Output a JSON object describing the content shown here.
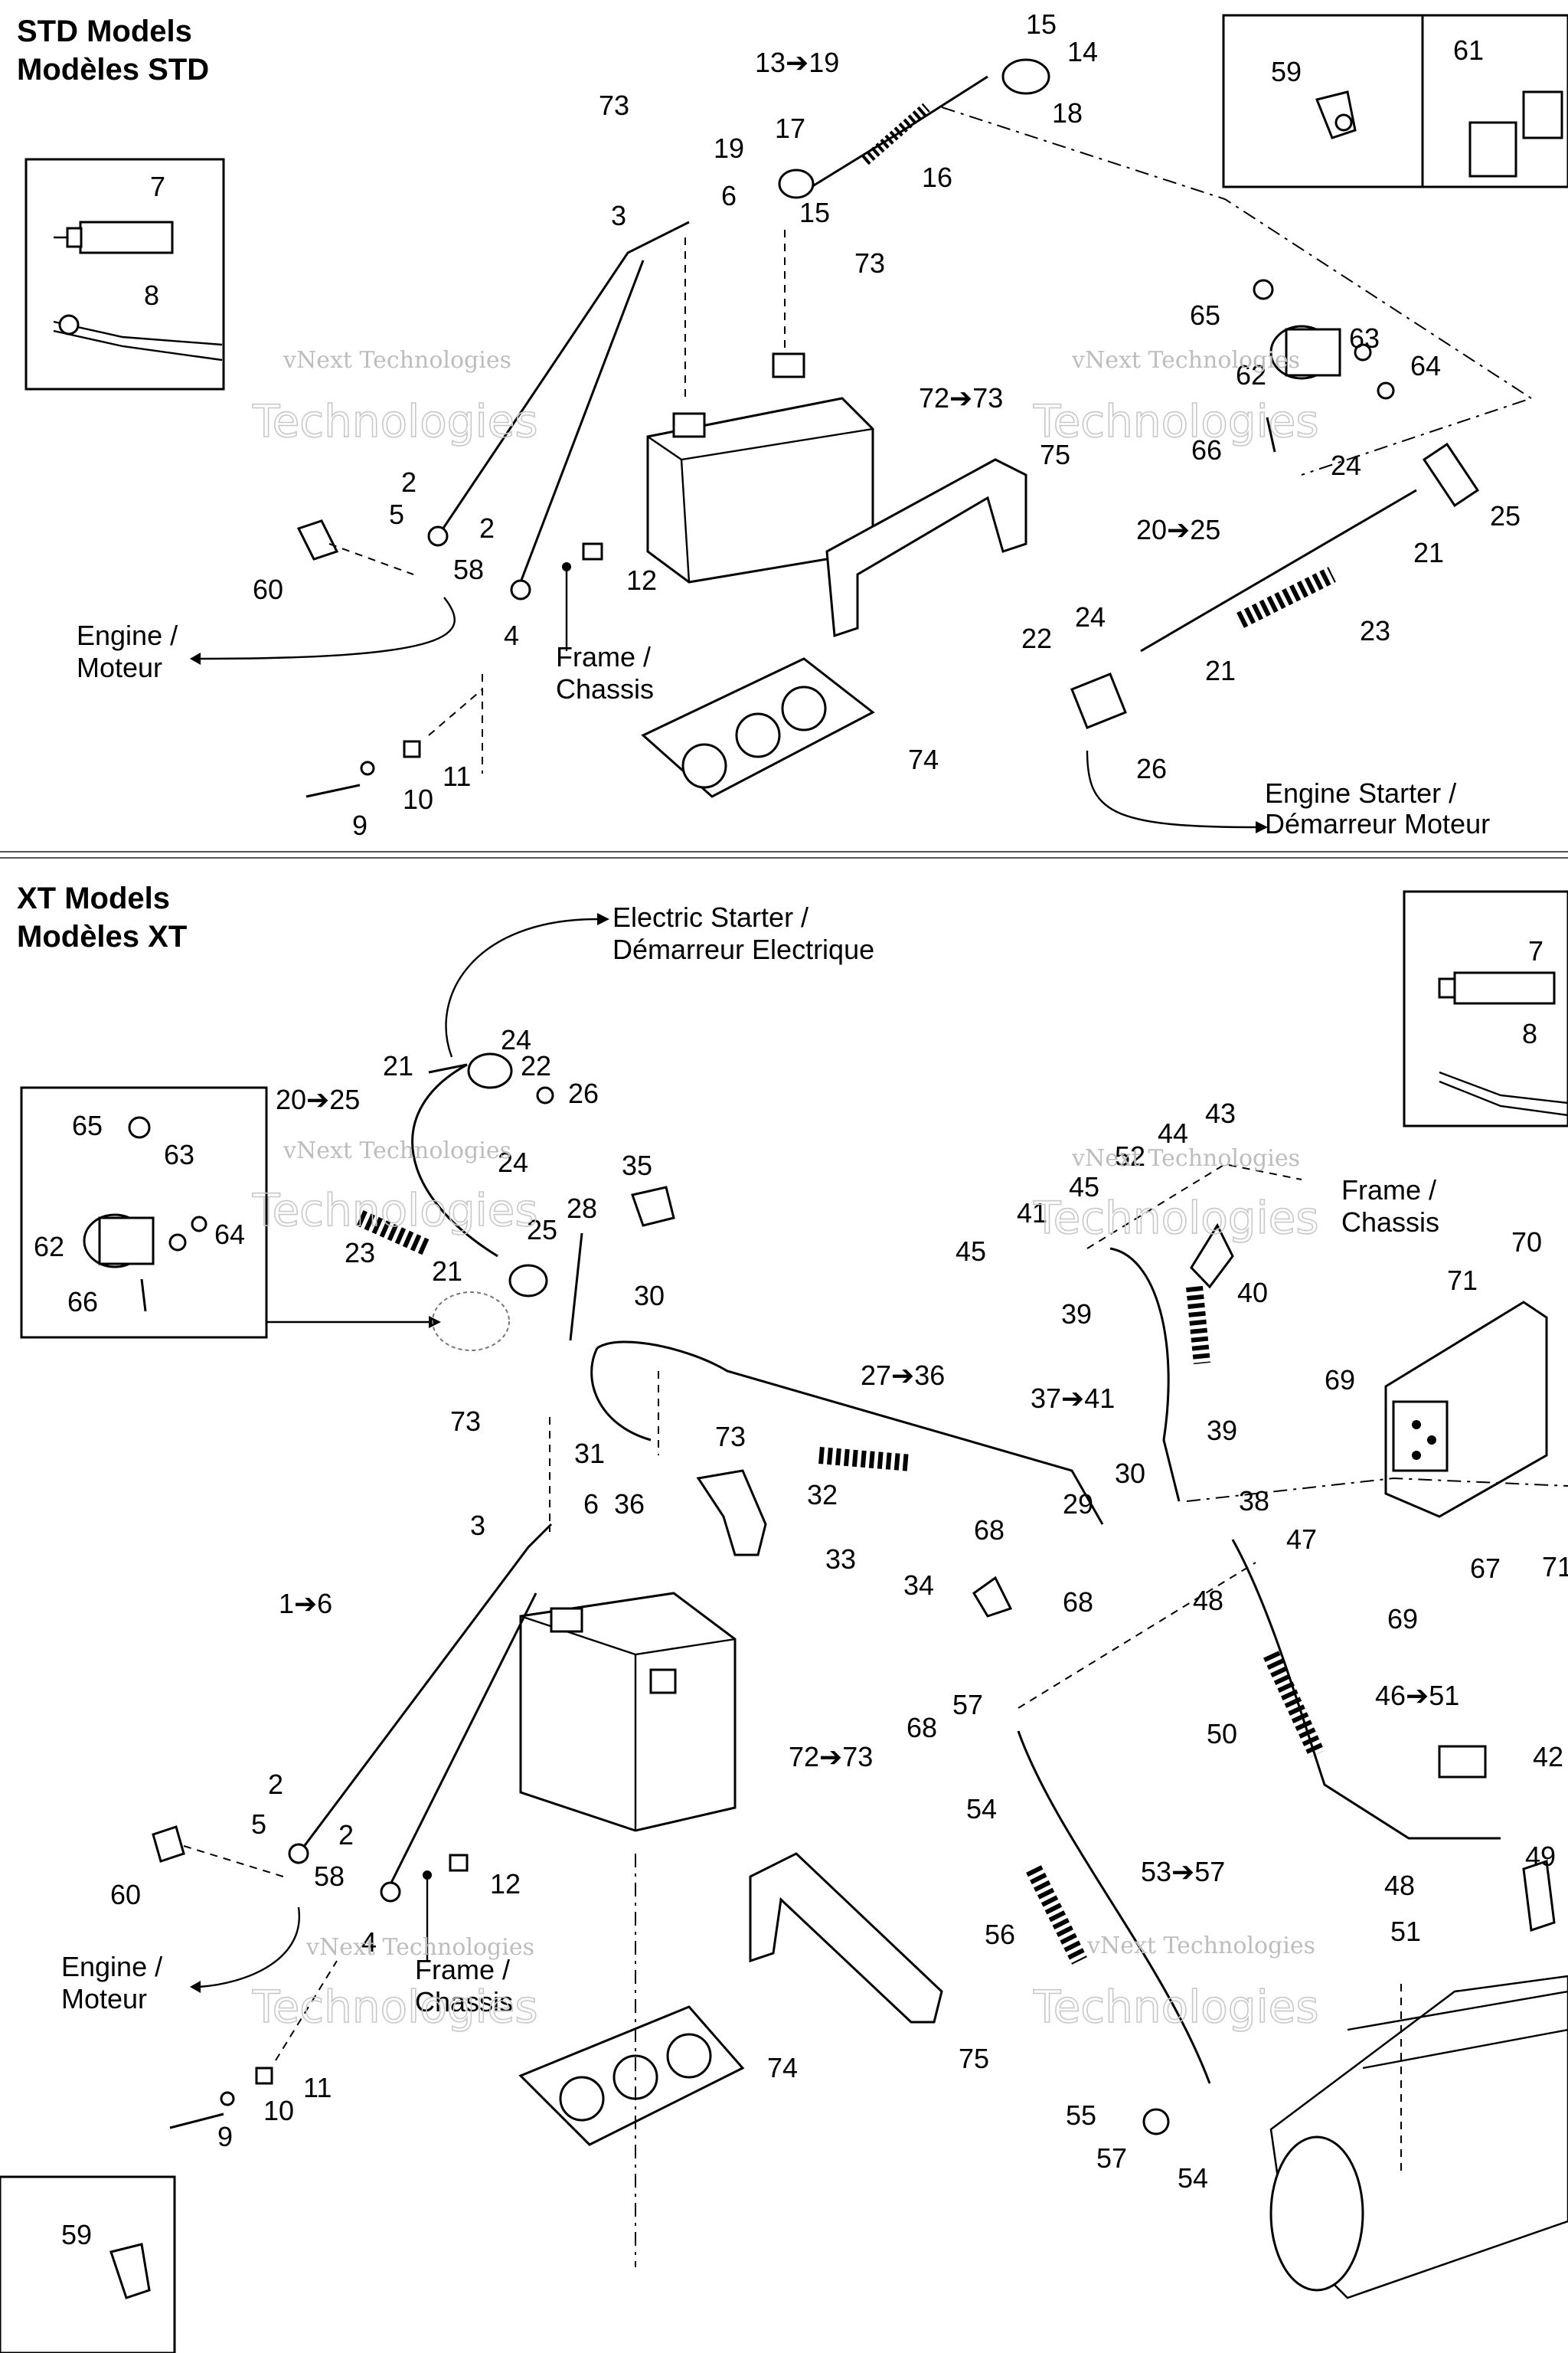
{
  "sections": {
    "std_title_en": "STD Models",
    "std_title_fr": "Modèles STD",
    "xt_title_en": "XT Models",
    "xt_title_fr": "Modèles XT"
  },
  "watermark": {
    "line1": "vNext Technologies",
    "line2": "Technologies"
  },
  "notes": {
    "engine_en": "Engine /",
    "engine_fr": "Moteur",
    "frame_en": "Frame /",
    "frame_fr": "Chassis",
    "engine_starter_en": "Engine Starter /",
    "engine_starter_fr": "Démarreur Moteur",
    "electric_starter_en": "Electric Starter /",
    "electric_starter_fr": "Démarreur Electrique"
  },
  "std_labels": [
    "73",
    "13➔19",
    "15",
    "14",
    "18",
    "17",
    "19",
    "15",
    "16",
    "3",
    "6",
    "73",
    "7",
    "8",
    "72➔73",
    "75",
    "2",
    "5",
    "2",
    "58",
    "60",
    "12",
    "4",
    "11",
    "10",
    "9",
    "74",
    "59",
    "61",
    "65",
    "63",
    "62",
    "64",
    "66",
    "24",
    "25",
    "20➔25",
    "21",
    "24",
    "22",
    "23",
    "21",
    "26"
  ],
  "xt_labels": [
    "21",
    "24",
    "22",
    "26",
    "20➔25",
    "65",
    "63",
    "64",
    "62",
    "66",
    "24",
    "23",
    "25",
    "21",
    "35",
    "28",
    "30",
    "73",
    "73",
    "31",
    "36",
    "27➔36",
    "6",
    "3",
    "32",
    "33",
    "1➔6",
    "72➔73",
    "2",
    "5",
    "2",
    "58",
    "60",
    "12",
    "4",
    "11",
    "10",
    "9",
    "74",
    "75",
    "59",
    "7",
    "8",
    "43",
    "44",
    "52",
    "45",
    "41",
    "45",
    "39",
    "40",
    "37➔41",
    "70",
    "71",
    "69",
    "39",
    "30",
    "29",
    "38",
    "47",
    "48",
    "68",
    "68",
    "34",
    "67",
    "71",
    "69",
    "57",
    "68",
    "46➔51",
    "50",
    "42",
    "54",
    "53➔57",
    "56",
    "49",
    "48",
    "51",
    "55",
    "57",
    "54"
  ]
}
